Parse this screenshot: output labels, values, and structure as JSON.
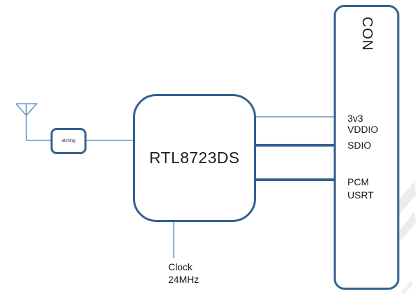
{
  "diagram": {
    "chip": {
      "label": "RTL8723DS"
    },
    "matching": {
      "label": "atching"
    },
    "antenna": {
      "icon": "antenna-icon"
    },
    "clock": {
      "label": "Clock",
      "frequency": "24MHz"
    },
    "connector": {
      "title": "CON",
      "pins": [
        {
          "label": "3v3"
        },
        {
          "label": "VDDIO"
        },
        {
          "label": "SDIO"
        },
        {
          "label": "PCM"
        },
        {
          "label": "USRT"
        }
      ]
    },
    "colors": {
      "line_dark": "#33608F",
      "line_light": "#8FAFD4",
      "text": "#1A1A1A",
      "watermark": "#ECECEC"
    }
  }
}
